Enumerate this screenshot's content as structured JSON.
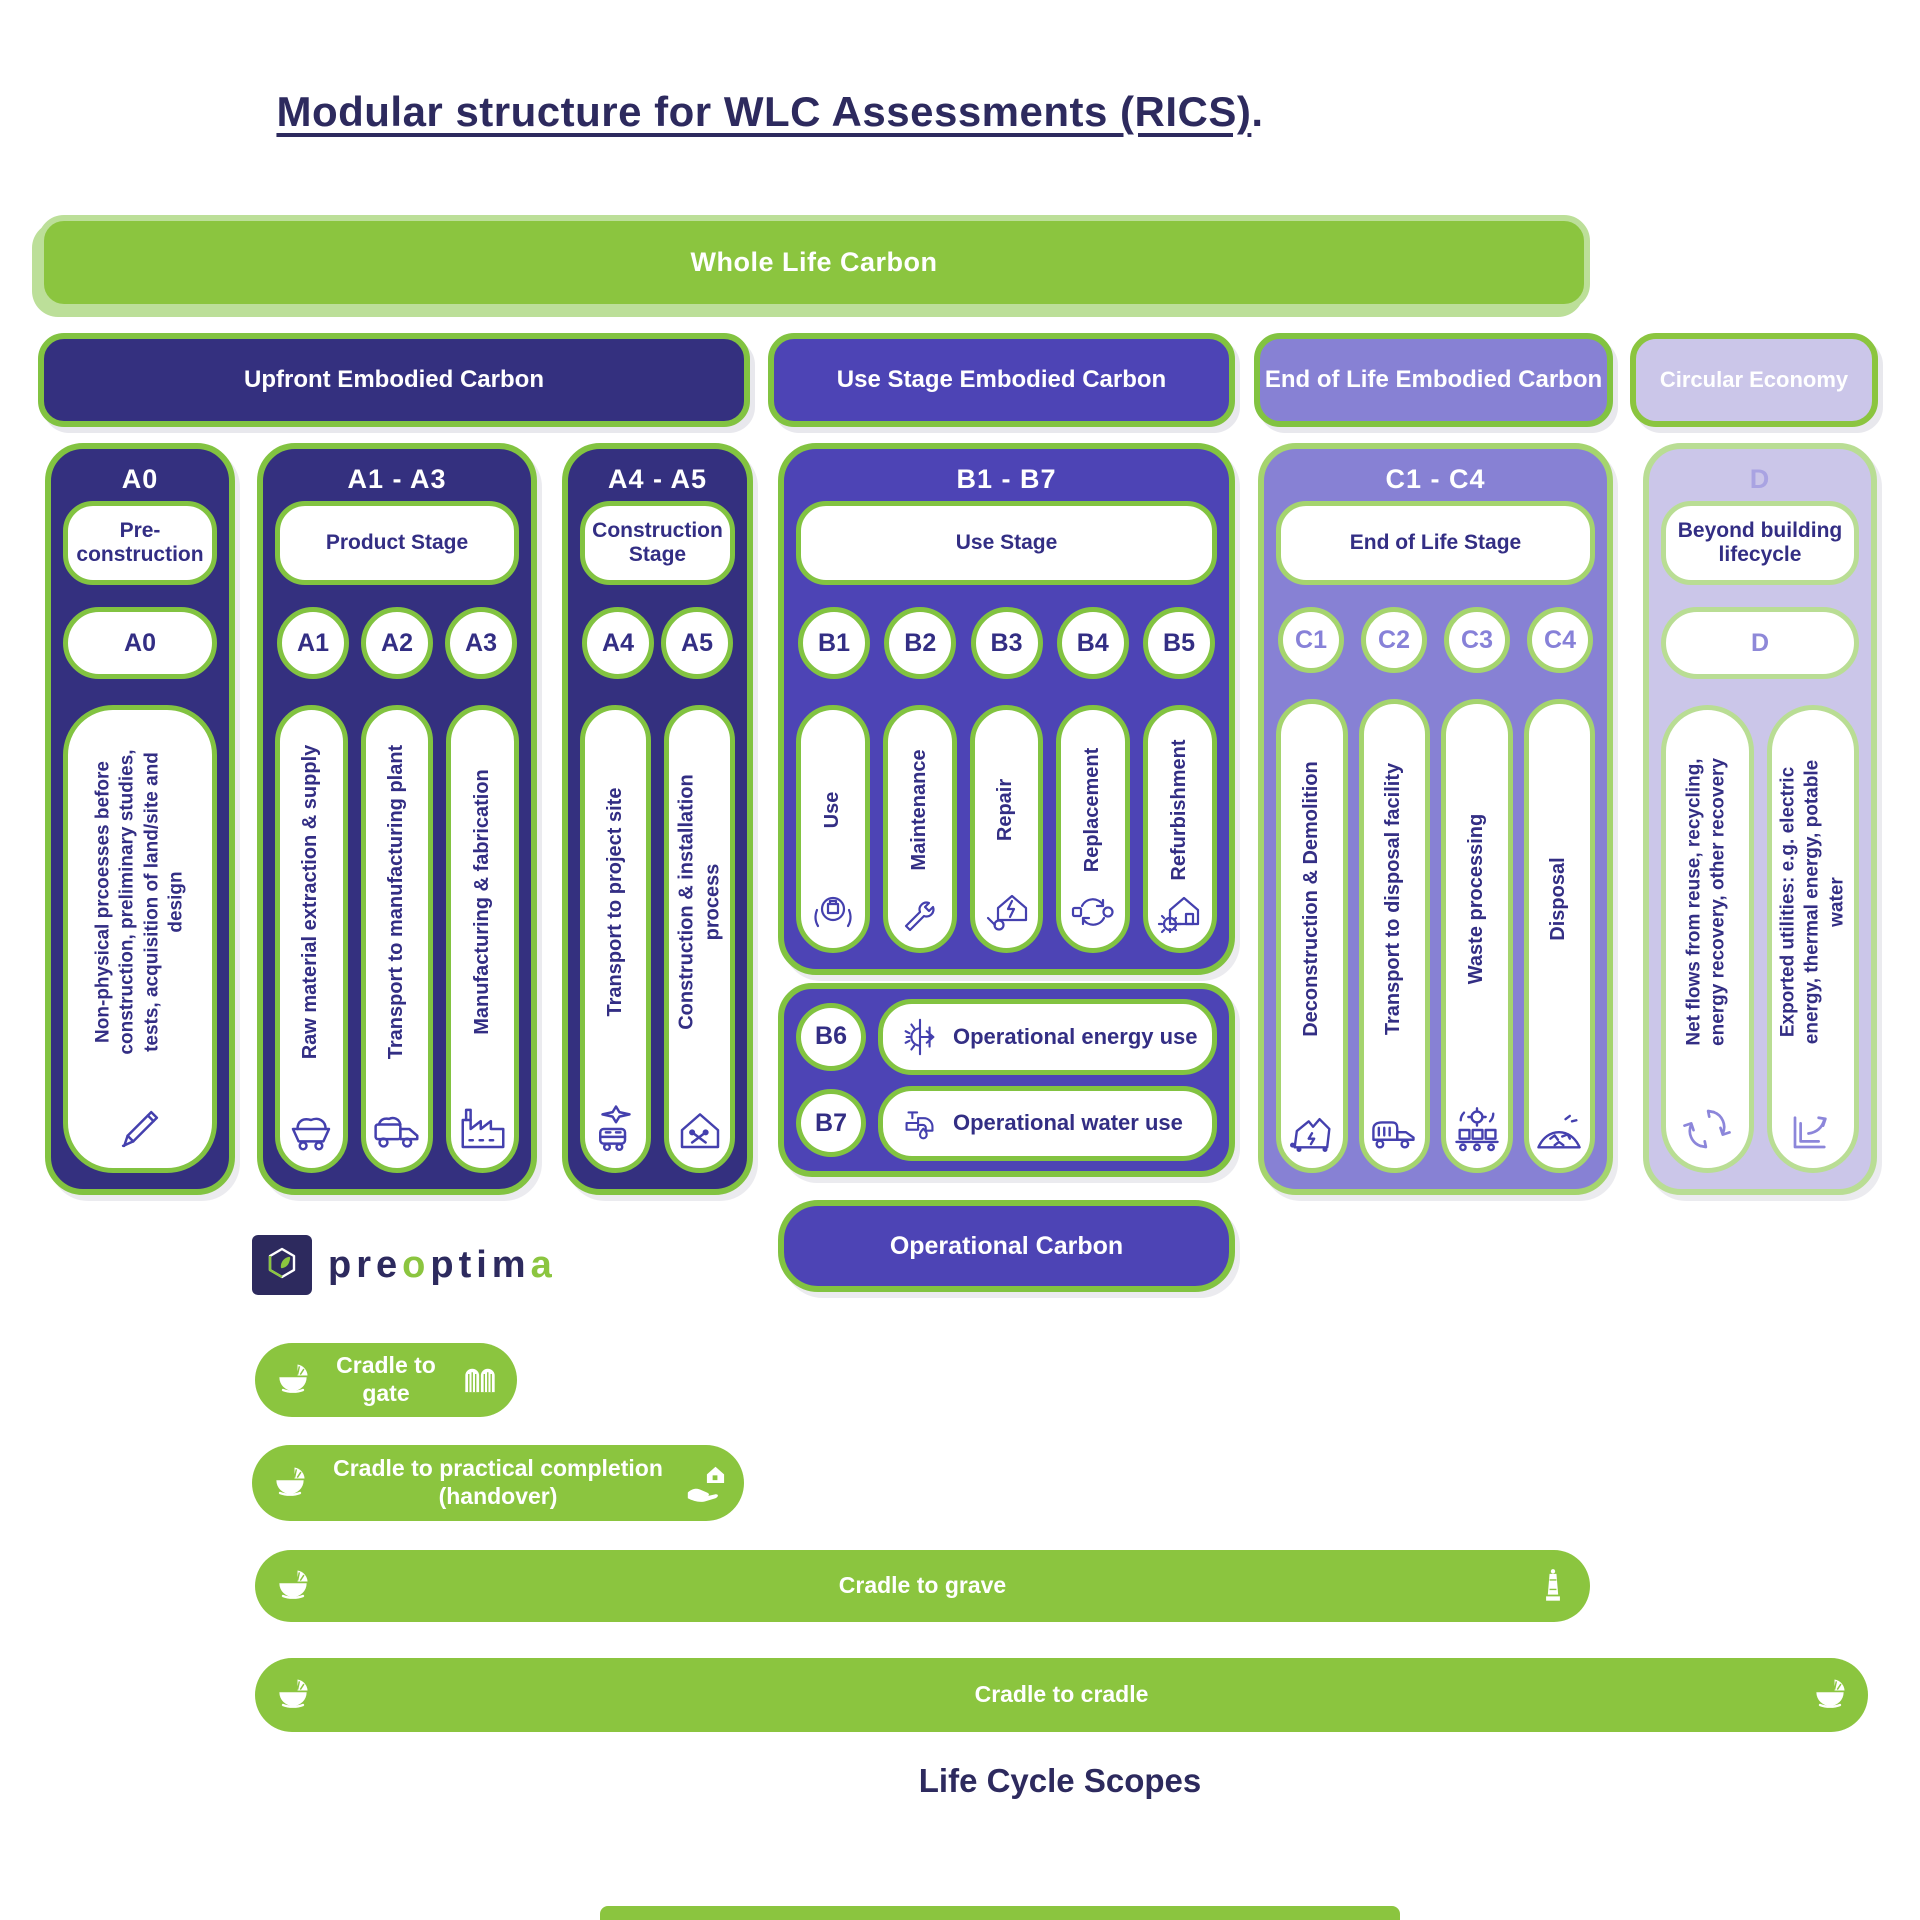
{
  "title": "Modular structure for WLC Assessments (RICS)",
  "title_suffix": ".",
  "whole_life_carbon": "Whole Life Carbon",
  "headers": {
    "upfront": "Upfront Embodied Carbon",
    "use": "Use Stage Embodied Carbon",
    "eol": "End of Life Embodied Carbon",
    "circular": "Circular Economy"
  },
  "columns": {
    "a0": {
      "code": "A0",
      "stage": "Pre-construction",
      "module": "A0",
      "items": [
        {
          "label": "Non-physical prcoesses before construction, preliminary studies, tests, acquisition of land/site and design",
          "icon": "pencil-icon"
        }
      ]
    },
    "a1a3": {
      "code": "A1 - A3",
      "stage": "Product Stage",
      "items": [
        {
          "module": "A1",
          "label": "Raw material extraction & supply",
          "icon": "mine-cart-icon"
        },
        {
          "module": "A2",
          "label": "Transport to manufacturing plant",
          "icon": "truck-icon"
        },
        {
          "module": "A3",
          "label": "Manufacturing & fabrication",
          "icon": "factory-icon"
        }
      ]
    },
    "a4a5": {
      "code": "A4 - A5",
      "stage": "Construction Stage",
      "items": [
        {
          "module": "A4",
          "label": "Transport to project site",
          "icon": "transit-icon"
        },
        {
          "module": "A5",
          "label": "Construction & installation process",
          "icon": "construction-house-icon"
        }
      ]
    },
    "b1b7": {
      "code": "B1 - B7",
      "stage": "Use Stage",
      "items": [
        {
          "module": "B1",
          "label": "Use",
          "icon": "hands-building-icon"
        },
        {
          "module": "B2",
          "label": "Maintenance",
          "icon": "wrench-icon"
        },
        {
          "module": "B3",
          "label": "Repair",
          "icon": "house-repair-icon"
        },
        {
          "module": "B4",
          "label": "Replacement",
          "icon": "cycle-arrows-icon"
        },
        {
          "module": "B5",
          "label": "Refurbishment",
          "icon": "house-gear-icon"
        }
      ],
      "extra": [
        {
          "module": "B6",
          "label": "Operational energy use",
          "icon": "sun-snowflake-icon"
        },
        {
          "module": "B7",
          "label": "Operational water use",
          "icon": "faucet-icon"
        }
      ]
    },
    "c1c4": {
      "code": "C1 - C4",
      "stage": "End of Life Stage",
      "items": [
        {
          "module": "C1",
          "label": "Deconstruction & Demolition",
          "icon": "demolition-icon"
        },
        {
          "module": "C2",
          "label": "Transport to disposal facility",
          "icon": "waste-truck-icon"
        },
        {
          "module": "C3",
          "label": "Waste processing",
          "icon": "conveyor-icon"
        },
        {
          "module": "C4",
          "label": "Disposal",
          "icon": "landfill-icon"
        }
      ]
    },
    "d": {
      "code": "D",
      "stage": "Beyond building lifecycle",
      "module": "D",
      "items": [
        {
          "label": "Net flows from reuse, recycling, energy recovery, other recovery",
          "icon": "recycle-icon"
        },
        {
          "label": "Exported utilities: e.g. electric energy, thermal energy, potable water",
          "icon": "export-icon"
        }
      ]
    }
  },
  "operational_carbon": "Operational Carbon",
  "brand": {
    "part1": "pre",
    "part2": "o",
    "part3": "ptim",
    "part4": "a"
  },
  "scopes": [
    {
      "label": "Cradle to gate",
      "left_icon": "cradle-icon",
      "right_icon": "gate-icon"
    },
    {
      "label": "Cradle to practical completion (handover)",
      "left_icon": "cradle-icon",
      "right_icon": "house-handover-icon"
    },
    {
      "label": "Cradle to grave",
      "left_icon": "cradle-icon",
      "right_icon": "gravestone-icon"
    },
    {
      "label": "Cradle to cradle",
      "left_icon": "cradle-icon",
      "right_icon": "cradle-icon"
    }
  ],
  "footer": "Life Cycle Scopes",
  "colors": {
    "green": "#8BC53F",
    "light_green": "#BCDF99",
    "navy": "#34307F",
    "purple": "#4D44B5",
    "light_purple": "#8781D4",
    "lavender": "#CBC6E9",
    "text_navy": "#332E84",
    "white": "#FFFFFF"
  }
}
